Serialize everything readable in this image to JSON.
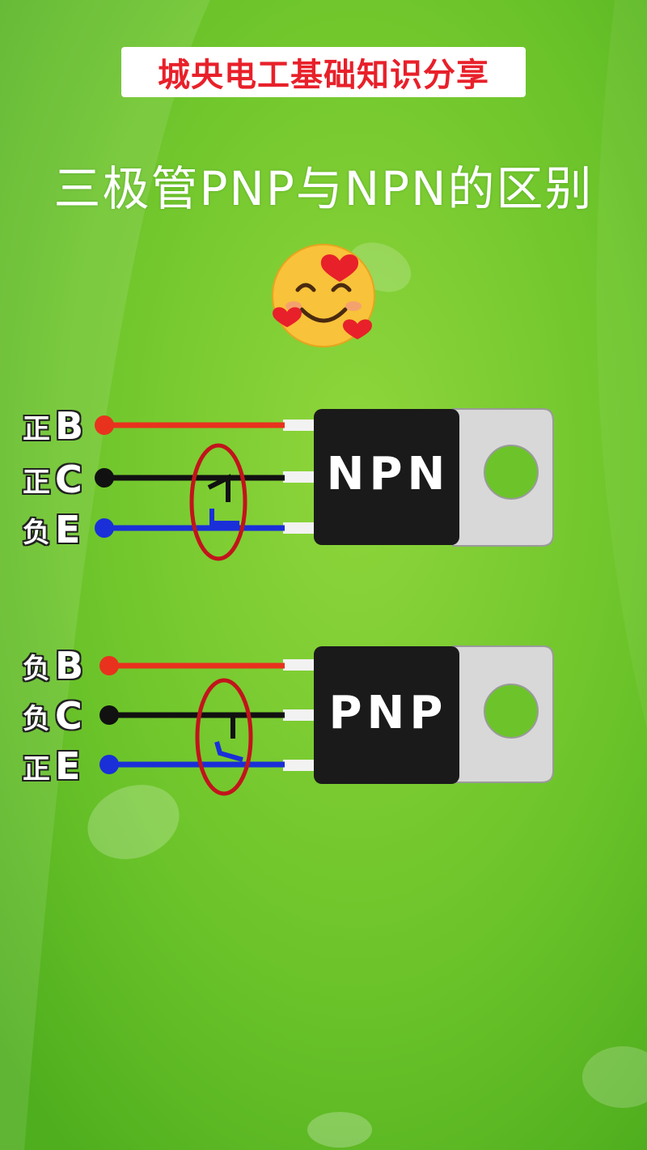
{
  "banner": {
    "text": "城央电工基础知识分享"
  },
  "title": {
    "text": "三极管PNP与NPN的区别"
  },
  "emoji": {
    "icon": "smiling-face-with-hearts"
  },
  "transistors": [
    {
      "type": "NPN",
      "pins": [
        {
          "polarity": "正",
          "pin": "B",
          "color": "#e8321e"
        },
        {
          "polarity": "正",
          "pin": "C",
          "color": "#111111"
        },
        {
          "polarity": "负",
          "pin": "E",
          "color": "#1a2fd8"
        }
      ]
    },
    {
      "type": "PNP",
      "pins": [
        {
          "polarity": "负",
          "pin": "B",
          "color": "#e8321e"
        },
        {
          "polarity": "负",
          "pin": "C",
          "color": "#111111"
        },
        {
          "polarity": "正",
          "pin": "E",
          "color": "#1a2fd8"
        }
      ]
    }
  ],
  "colors": {
    "background": "#6cc42a",
    "banner_text": "#e8202a",
    "circle": "#c2141c",
    "chip_body": "#1a1a1a",
    "tab": "#d8d8d8"
  }
}
